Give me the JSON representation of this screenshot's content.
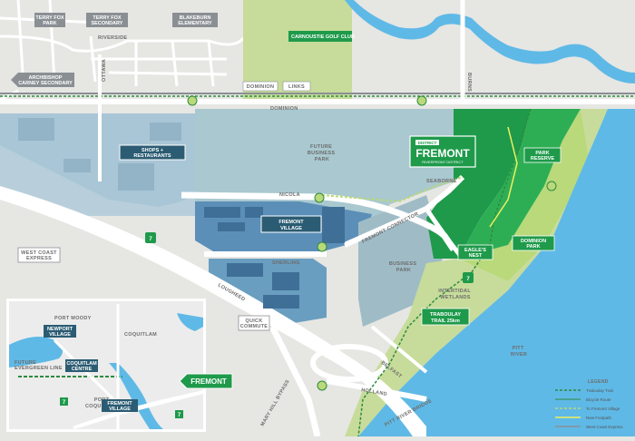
{
  "places": {
    "terry_fox_park": [
      "TERRY FOX",
      "PARK"
    ],
    "terry_fox_secondary": [
      "TERRY FOX",
      "SECONDARY"
    ],
    "blakeburn": [
      "BLAKEBURN",
      "ELEMENTARY"
    ],
    "carnoustie": "CARNOUSTIE GOLF CLUB",
    "archbishop": [
      "ARCHBISHOP",
      "CARNEY SECONDARY"
    ],
    "dominion_links": [
      "DOMINION",
      "LINKS"
    ],
    "shops": [
      "SHOPS +",
      "RESTAURANTS"
    ],
    "future_business_park": [
      "FUTURE",
      "BUSINESS",
      "PARK"
    ],
    "fremont_village": [
      "FREMONT",
      "VILLAGE"
    ],
    "west_coast_express": [
      "WEST COAST",
      "EXPRESS"
    ],
    "quick_commute": [
      "QUICK",
      "COMMUTE"
    ],
    "business_park": [
      "BUSINESS",
      "PARK"
    ],
    "eagles_nest": [
      "EAGLE'S",
      "NEST"
    ],
    "dominion_park": [
      "DOMINION",
      "PARK"
    ],
    "park_reserve": [
      "PARK",
      "RESERVE"
    ],
    "intertidal": [
      "INTERTIDAL",
      "WETLANDS"
    ],
    "traboulay": [
      "TRABOULAY",
      "TRAIL 25km"
    ],
    "pitt_river": [
      "PITT",
      "RIVER"
    ]
  },
  "brand": {
    "tag": "DISTRICT",
    "name": "FREMONT",
    "sub": "RIVERFRONT DISTRICT"
  },
  "roads": {
    "riverside": "RIVERSIDE",
    "ottawa": "OTTAWA",
    "dominion": "DOMINION",
    "burns": "BURNS",
    "nicola": "NICOLA",
    "sherling": "SHERLING",
    "fremont_connector": "FREMONT CONNECTOR",
    "seaborne": "SEABORNE",
    "lougheed": "LOUGHEED",
    "mary_hill": "MARY HILL BYPASS",
    "holland": "HOLLAND",
    "belfast": "BELFAST",
    "pitt_river_bridge": "PITT RIVER BRIDGE"
  },
  "highway": "7",
  "inset": {
    "port_moody": "PORT MOODY",
    "newport": [
      "NEWPORT",
      "VILLAGE"
    ],
    "coquitlam": "COQUITLAM",
    "future_evergreen": [
      "FUTURE",
      "EVERGREEN LINE"
    ],
    "coquitlam_centre": [
      "COQUITLAM",
      "CENTRE"
    ],
    "port_coquitlam": [
      "PORT",
      "COQUITLAM"
    ],
    "fremont_village": [
      "FREMONT",
      "VILLAGE"
    ],
    "callout": "FREMONT"
  },
  "legend": {
    "title": "LEGEND",
    "items": [
      "Traboulay Trail",
      "Bicycle Route",
      "To Fremont Village",
      "New Footpath",
      "West Coast Express"
    ]
  },
  "colors": {
    "background": "#e6e6e3",
    "water": "#5fb9e6",
    "development": "#1e9a4a",
    "light_green": "#c7dc9a",
    "lime": "#b9d97a",
    "blue_zone": "#5b8fb8",
    "teal_zone": "#8db7c6",
    "road": "#ffffff",
    "label_grey": "#6c6c6c",
    "sign_grey": "#8a8f94",
    "dark_sign": "#2b5c73",
    "trail_line": "#2e8b3e"
  }
}
